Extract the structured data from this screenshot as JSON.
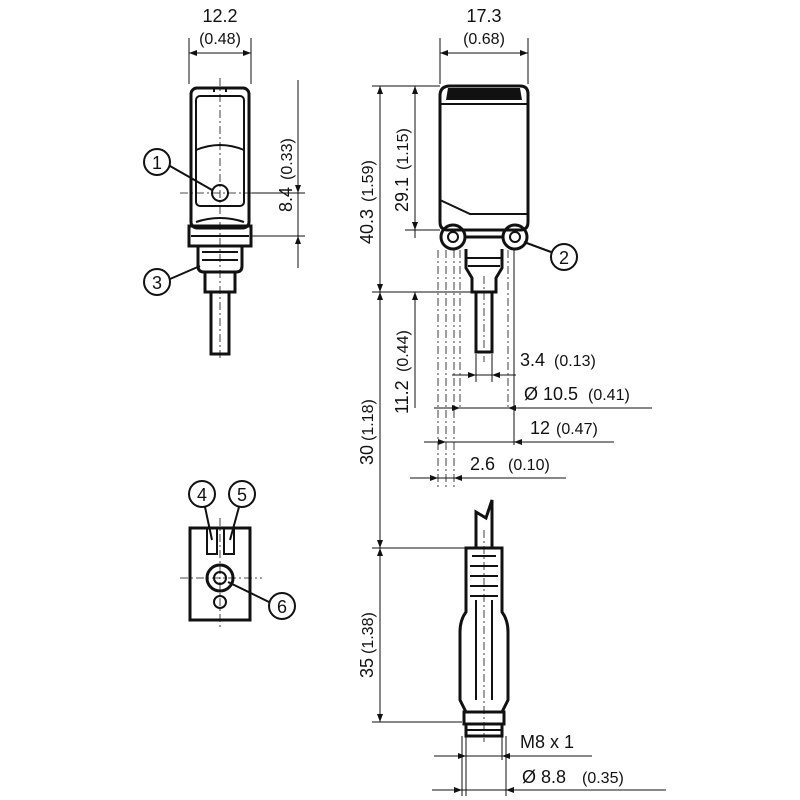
{
  "dimensions": {
    "width_front": {
      "mm": "12.2",
      "inch": "(0.48)"
    },
    "width_side": {
      "mm": "17.3",
      "inch": "(0.68)"
    },
    "optic_offset": {
      "mm": "8.4",
      "inch": "(0.33)"
    },
    "height_total": {
      "mm": "40.3",
      "inch": "(1.59)"
    },
    "height_body": {
      "mm": "29.1",
      "inch": "(1.15)"
    },
    "stub_len": {
      "mm": "11.2",
      "inch": "(0.44)"
    },
    "dia_a": {
      "mm": "3.4",
      "inch": "(0.13)"
    },
    "dia_b": {
      "mm": "Ø 10.5",
      "inch": "(0.41)"
    },
    "dia_c": {
      "mm": "12",
      "inch": "(0.47)"
    },
    "dia_d": {
      "mm": "2.6",
      "inch": "(0.10)"
    },
    "cable_len": {
      "mm": "30",
      "inch": "(1.18)"
    },
    "connector_len": {
      "mm": "35",
      "inch": "(1.38)"
    },
    "thread": {
      "mm": "M8 x 1",
      "inch": ""
    },
    "connector_dia": {
      "mm": "Ø 8.8",
      "inch": "(0.35)"
    }
  },
  "callouts": [
    "1",
    "2",
    "3",
    "4",
    "5",
    "6"
  ]
}
